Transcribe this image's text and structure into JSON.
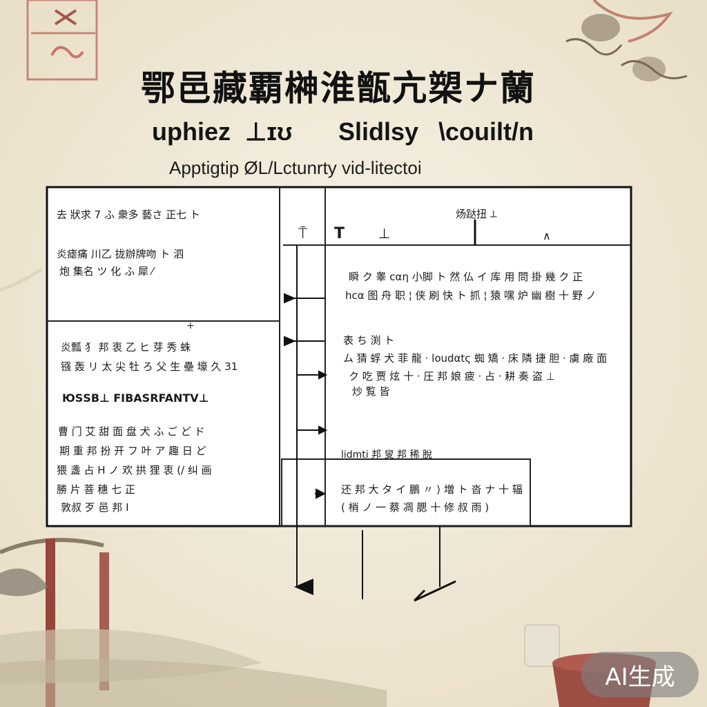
{
  "header": {
    "title": "鄂邑藏覇榊淮甑亢槊ナ蘭",
    "subtitle_parts": [
      "uphiez",
      "⊥ɪʊ",
      "Slidlsy",
      "\\couilt/n"
    ],
    "caption": "Apptigtip ØL/Lctunrty vid-litectoi"
  },
  "left_column": {
    "top_cell": [
      "去 狀求 7 ふ 衆多 藝さ 正七 ト",
      "炎瘧痛 川乙 拢辦牌吻 ト 泗",
      "炮 集名 ツ 化 ふ 犀 ⁄"
    ],
    "bottom_cell": [
      "炎瓢 犭 邦 衷 乙 ヒ 芽 秀 蛛",
      "镪 轰 リ 太 尖 牡 ろ 父 生 壘 壕 久 31",
      "ЮЅЅВ⊥ FIBASRFANTV⊥",
      "曹 门 艾 甜 面 盘 犬 ふ ご ど ド",
      "期 重 邦 扮 开 フ 叶 ア 趣 日 ど",
      "猥 盞 占 H ノ 欢 拱 狸 衷 (/ 纠 画",
      "勝 片 菩 穗 七 正",
      "敦叔 歹 邑 邦 I"
    ]
  },
  "right_column": {
    "top_label": "炀跶扭 ⟂",
    "marks": [
      "⍑",
      "T",
      "⊥",
      "∧"
    ],
    "cell1": [
      "瞬 ク 睾 cαη 小脚 ト 然 仏 イ 库 用 問 掛 幾 ク 正",
      "hcα 图 舟 职 ¦ 侠 刷 快 ト 抓 ¦ 猿 嘿 炉 幽 樹 十 野 ノ"
    ],
    "cell2": [
      "表 ち 渕 ト",
      "ム 猜 蜉 犬 菲 龍 · loudαtς 蜘 矯 · 床 隣 捷 胆 · 虜 廠 面",
      "ク 吃 贾 炫 十 · 圧 邦 娘 疲 · 占 · 耕 奏 盗 ⊥",
      "炒 覧 皆"
    ],
    "lower_label": "lidmti 邦 叟 邦 稀 脫",
    "cell3": [
      "还 邦 大 タ イ 鵬 〃 ⟩ 増 ト 沓 ナ 十 辐",
      "( 梢 ノ 一 蔡 凋 腮 十 修 叔 雨 )"
    ]
  },
  "watermark": {
    "label": "AI生成"
  },
  "colors": {
    "ink": "#111111",
    "paper": "#f3ecdc",
    "table_fill": "#ffffff",
    "brush_red": "#8a2a22",
    "badge": "#808080"
  }
}
